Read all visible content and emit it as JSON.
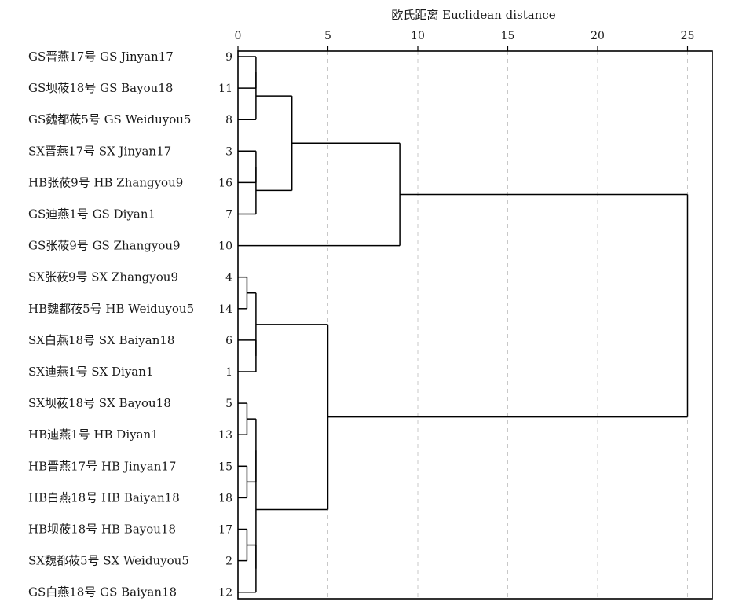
{
  "chart_data": {
    "type": "dendrogram",
    "xlabel": "欧氏距离 Euclidean distance",
    "xlim": [
      0,
      26
    ],
    "xticks": [
      0,
      5,
      10,
      15,
      20,
      25
    ],
    "grid": true,
    "leaves": [
      {
        "id": 9,
        "label": "GS晋燕17号 GS Jinyan17"
      },
      {
        "id": 11,
        "label": "GS坝莜18号 GS Bayou18"
      },
      {
        "id": 8,
        "label": "GS魏都莜5号 GS Weiduyou5"
      },
      {
        "id": 3,
        "label": "SX晋燕17号 SX Jinyan17"
      },
      {
        "id": 16,
        "label": "HB张莜9号 HB Zhangyou9"
      },
      {
        "id": 7,
        "label": "GS迪燕1号 GS Diyan1"
      },
      {
        "id": 10,
        "label": "GS张莜9号 GS Zhangyou9"
      },
      {
        "id": 4,
        "label": "SX张莜9号 SX Zhangyou9"
      },
      {
        "id": 14,
        "label": "HB魏都莜5号 HB Weiduyou5"
      },
      {
        "id": 6,
        "label": "SX白燕18号 SX Baiyan18"
      },
      {
        "id": 1,
        "label": "SX迪燕1号 SX Diyan1"
      },
      {
        "id": 5,
        "label": "SX坝莜18号 SX Bayou18"
      },
      {
        "id": 13,
        "label": "HB迪燕1号 HB Diyan1"
      },
      {
        "id": 15,
        "label": "HB晋燕17号 HB Jinyan17"
      },
      {
        "id": 18,
        "label": "HB白燕18号 HB Baiyan18"
      },
      {
        "id": 17,
        "label": "HB坝莜18号 HB Bayou18"
      },
      {
        "id": 2,
        "label": "SX魏都莜5号 SX Weiduyou5"
      },
      {
        "id": 12,
        "label": "GS白燕18号 GS Baiyan18"
      }
    ],
    "merges": [
      {
        "children": [
          0,
          1
        ],
        "height": 1
      },
      {
        "children": [
          "m0",
          2
        ],
        "height": 1
      },
      {
        "children": [
          3,
          4
        ],
        "height": 1
      },
      {
        "children": [
          "m2",
          5
        ],
        "height": 1
      },
      {
        "children": [
          "m1",
          "m3"
        ],
        "height": 3
      },
      {
        "children": [
          "m4",
          6
        ],
        "height": 9
      },
      {
        "children": [
          7,
          8
        ],
        "height": 0.5
      },
      {
        "children": [
          9,
          10
        ],
        "height": 1
      },
      {
        "children": [
          "m6",
          "m7"
        ],
        "height": 1
      },
      {
        "children": [
          11,
          12
        ],
        "height": 0.5
      },
      {
        "children": [
          13,
          14
        ],
        "height": 0.5
      },
      {
        "children": [
          "m9",
          "m10"
        ],
        "height": 1
      },
      {
        "children": [
          15,
          16
        ],
        "height": 0.5
      },
      {
        "children": [
          "m12",
          17
        ],
        "height": 1
      },
      {
        "children": [
          "m11",
          "m13"
        ],
        "height": 1
      },
      {
        "children": [
          "m8",
          "m14"
        ],
        "height": 5
      },
      {
        "children": [
          "m5",
          "m15"
        ],
        "height": 25
      }
    ]
  }
}
